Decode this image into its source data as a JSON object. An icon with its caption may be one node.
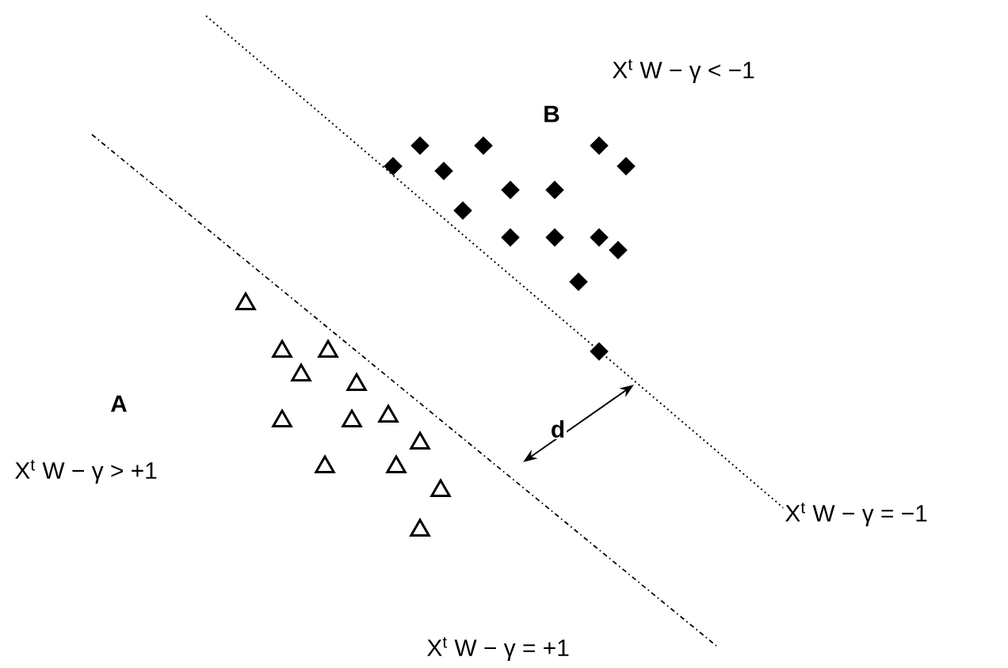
{
  "diagram": {
    "labels": [
      "X$^{t}$ W − γ < −1",
      "B",
      "A",
      "X$^{t}$ W − γ > +1",
      "d",
      "X$^{t}$ W − γ = −1",
      "X$^{t}$ W − γ = +1"
    ]
  }
}
